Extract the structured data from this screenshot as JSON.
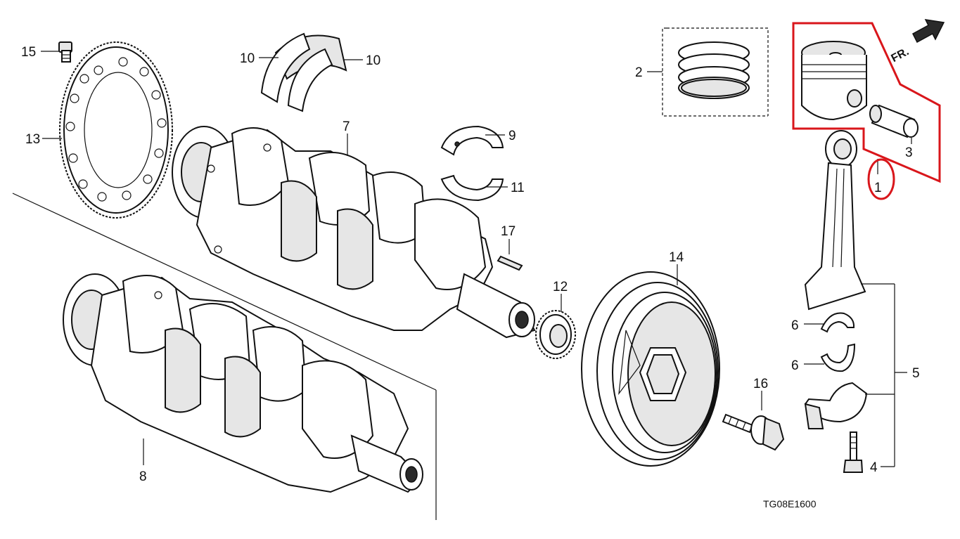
{
  "diagram": {
    "callouts": {
      "c1": "1",
      "c2": "2",
      "c3": "3",
      "c4": "4",
      "c5": "5",
      "c6a": "6",
      "c6b": "6",
      "c7": "7",
      "c8": "8",
      "c9": "9",
      "c10a": "10",
      "c10b": "10",
      "c11": "11",
      "c12": "12",
      "c13": "13",
      "c14": "14",
      "c15": "15",
      "c16": "16",
      "c17": "17"
    },
    "direction_label": "FR.",
    "diagram_code": "TG08E1600",
    "highlight_color": "#d9161b"
  }
}
